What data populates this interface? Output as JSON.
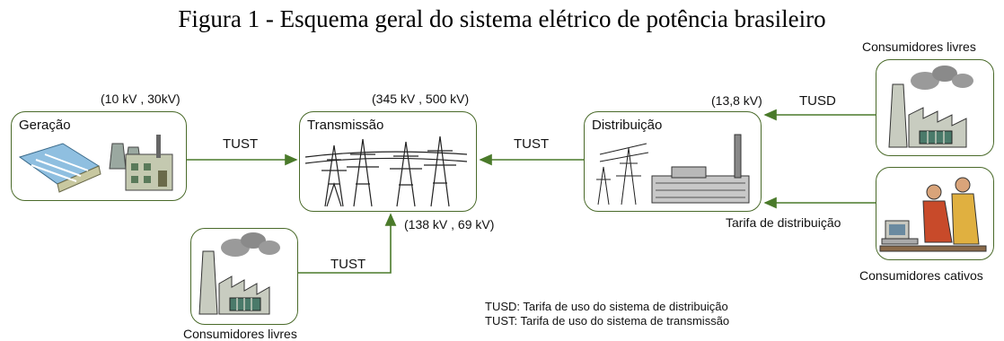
{
  "figure": {
    "title": "Figura 1 - Esquema geral do sistema elétrico de potência brasileiro"
  },
  "nodes": {
    "geracao": {
      "label": "Geração",
      "voltage": "(10 kV , 30kV)"
    },
    "transmissao": {
      "label": "Transmissão",
      "voltage_top": "(345 kV , 500 kV)",
      "voltage_bottom": "(138 kV , 69 kV)"
    },
    "distribuicao": {
      "label": "Distribuição",
      "voltage": "(13,8 kV)"
    },
    "consumidores_livres_top": {
      "label": "Consumidores livres"
    },
    "consumidores_cativos": {
      "label": "Consumidores cativos"
    },
    "consumidores_livres_bottom": {
      "label": "Consumidores livres"
    }
  },
  "edges": {
    "geracao_to_transmissao": "TUST",
    "distribuicao_to_transmissao": "TUST",
    "livres_bottom_to_transmissao": "TUST",
    "livres_top_to_distribuicao": "TUSD",
    "cativos_to_distribuicao": "Tarifa de distribuição"
  },
  "legend": {
    "tusd": "TUSD: Tarifa de uso do sistema de distribuição",
    "tust": "TUST: Tarifa de uso do sistema de transmissão"
  },
  "colors": {
    "box_border": "#4a6a2a",
    "arrow": "#4a7a2a"
  }
}
